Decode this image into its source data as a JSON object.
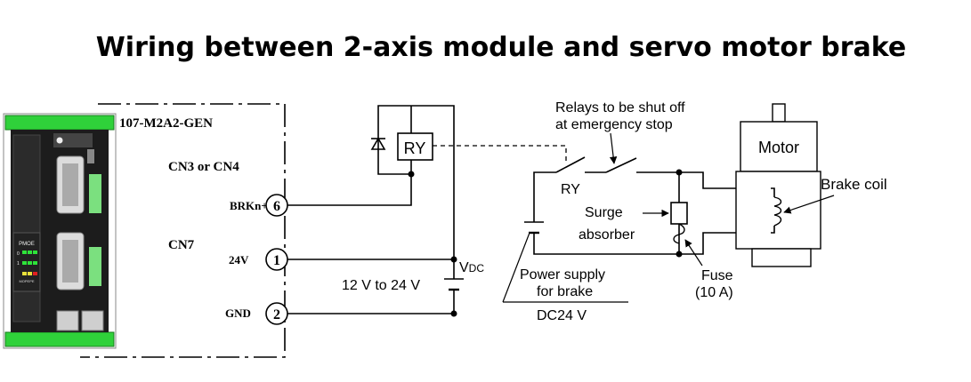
{
  "title": "Wiring between 2-axis module and servo motor brake",
  "module": {
    "model": "107-M2A2-GEN",
    "panel_label": "PMOE",
    "panel_sublabel": "MOPEPE",
    "row_label_0": "0",
    "row_label_1": "1"
  },
  "connectors": {
    "cn3_cn4": "CN3 or CN4",
    "cn7": "CN7"
  },
  "pins": [
    {
      "label": "BRKn+",
      "number": "6"
    },
    {
      "label": "24V",
      "number": "1"
    },
    {
      "label": "GND",
      "number": "2"
    }
  ],
  "relay_label": "RY",
  "relay_contact_label": "RY",
  "voltage_range": "12 V to 24 V",
  "vdc": {
    "main": "V",
    "sub": "DC"
  },
  "relays_note": {
    "line1": "Relays to be shut off",
    "line2": "at emergency stop"
  },
  "surge": {
    "line1": "Surge",
    "line2": "absorber"
  },
  "power_supply": {
    "line1": "Power supply",
    "line2": "for brake",
    "line3": "DC24 V"
  },
  "fuse": {
    "line1": "Fuse",
    "line2": "(10 A)"
  },
  "motor_label": "Motor",
  "brake_coil_label": "Brake coil",
  "colors": {
    "module_green": "#2fd13a",
    "module_body": "#1c1c1c",
    "led_green": "#2ee33a",
    "led_yellow": "#e8e03a",
    "led_red": "#e02020"
  }
}
